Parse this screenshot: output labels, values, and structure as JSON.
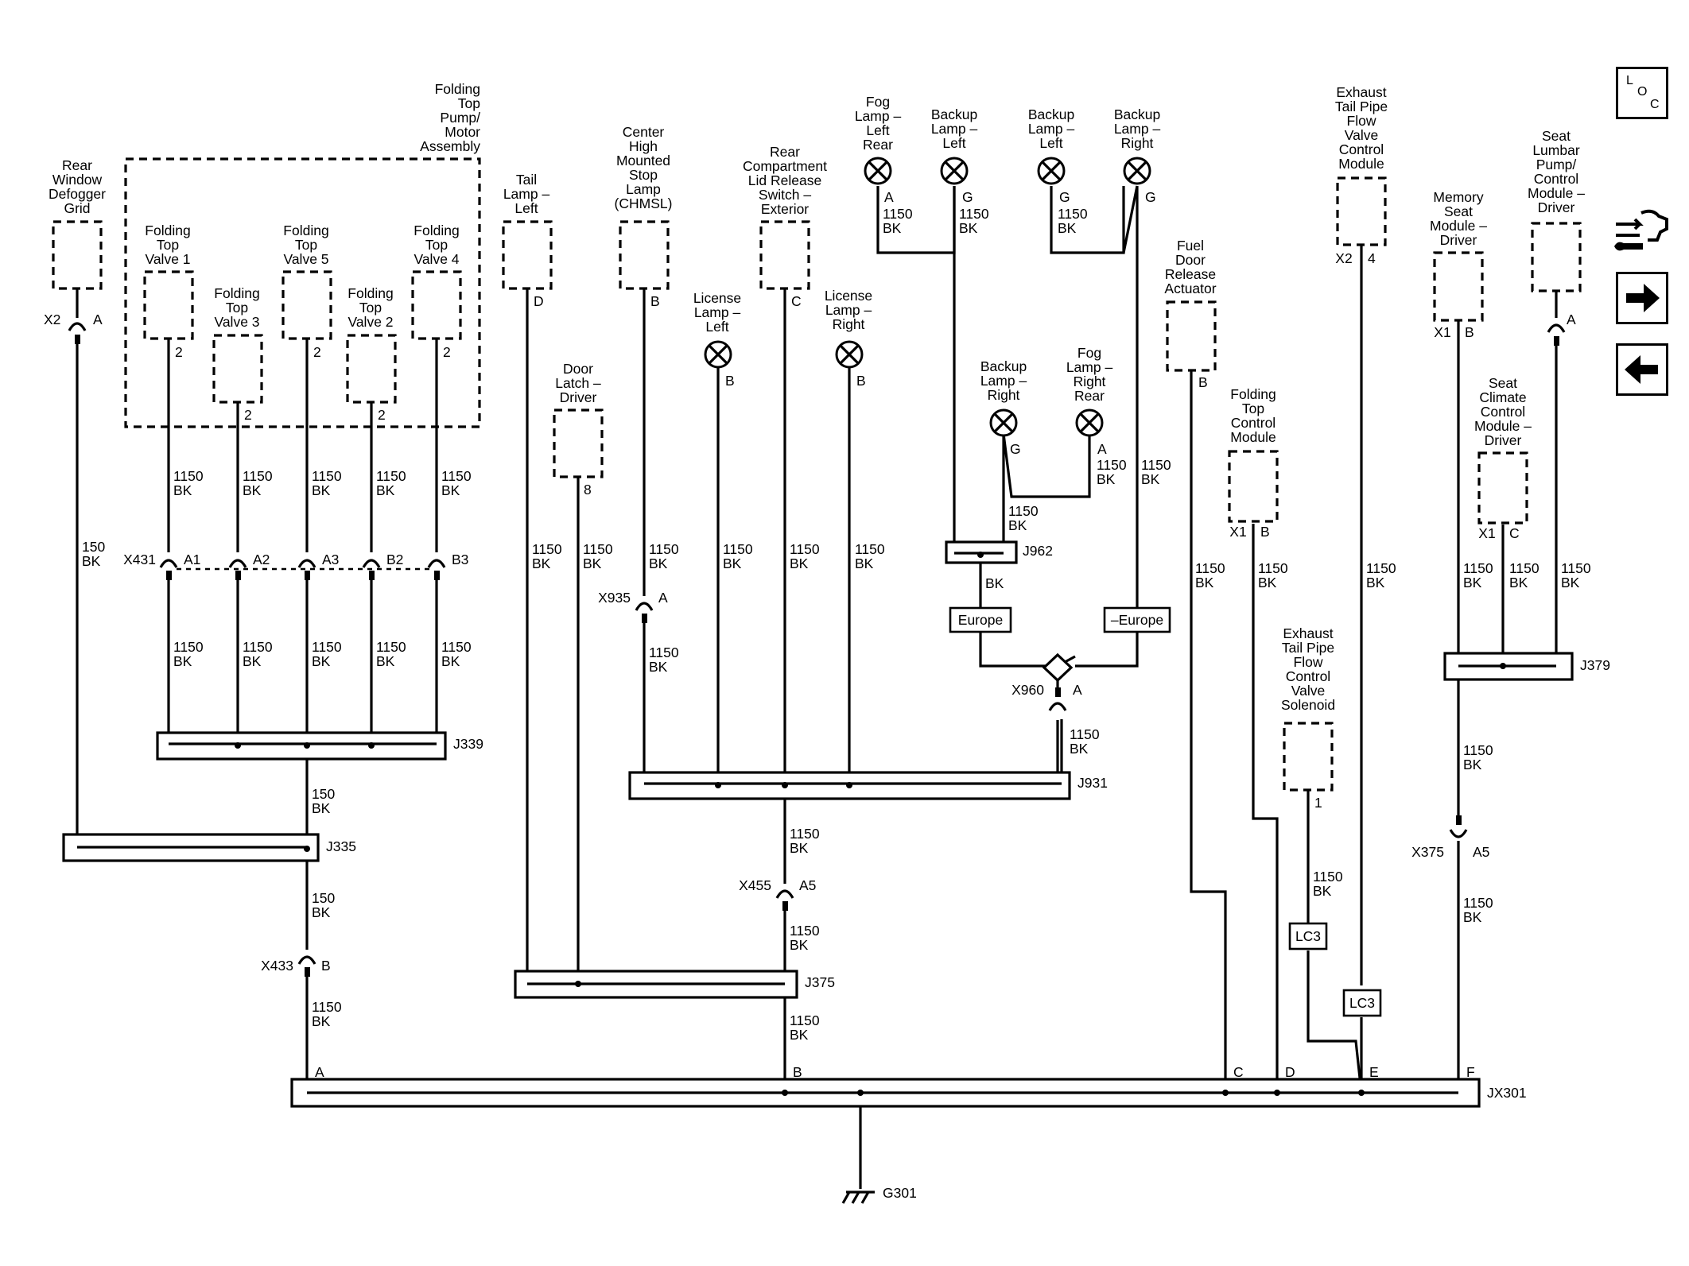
{
  "components": {
    "rear_window_defogger": "Rear\nWindow\nDefogger\nGrid",
    "folding_top_pump": "Folding\nTop\nPump/\nMotor\nAssembly",
    "valve1": "Folding\nTop\nValve 1",
    "valve3": "Folding\nTop\nValve 3",
    "valve5": "Folding\nTop\nValve 5",
    "valve2": "Folding\nTop\nValve 2",
    "valve4": "Folding\nTop\nValve 4",
    "tail_lamp_left": "Tail\nLamp –\nLeft",
    "door_latch_driver": "Door\nLatch –\nDriver",
    "chmsl": "Center\nHigh\nMounted\nStop\nLamp\n(CHMSL)",
    "license_lamp_left": "License\nLamp –\nLeft",
    "rear_compartment_switch": "Rear\nCompartment\nLid Release\nSwitch –\nExterior",
    "license_lamp_right": "License\nLamp –\nRight",
    "fog_lamp_left_rear": "Fog\nLamp –\nLeft\nRear",
    "backup_lamp_left_1": "Backup\nLamp –\nLeft",
    "backup_lamp_left_2": "Backup\nLamp –\nLeft",
    "backup_lamp_right_1": "Backup\nLamp –\nRight",
    "backup_lamp_right_2": "Backup\nLamp –\nRight",
    "fog_lamp_right_rear": "Fog\nLamp –\nRight\nRear",
    "fuel_door_actuator": "Fuel\nDoor\nRelease\nActuator",
    "folding_top_control": "Folding\nTop\nControl\nModule",
    "exhaust_valve_control": "Exhaust\nTail Pipe\nFlow\nValve\nControl\nModule",
    "exhaust_valve_solenoid": "Exhaust\nTail Pipe\nFlow\nControl\nValve\nSolenoid",
    "memory_seat": "Memory\nSeat\nModule –\nDriver",
    "seat_lumbar": "Seat\nLumbar\nPump/\nControl\nModule –\nDriver",
    "seat_climate": "Seat\nClimate\nControl\nModule –\nDriver"
  },
  "pins": {
    "defog_conn": "X2",
    "defog_pin": "A",
    "v1": "2",
    "v3": "2",
    "v5": "2",
    "v2": "2",
    "v4": "2",
    "tail": "D",
    "door": "8",
    "chmsl": "B",
    "lic_l": "B",
    "rcs": "C",
    "lic_r": "B",
    "fog_l": "A",
    "bkl1": "G",
    "bkl2": "G",
    "bkr1": "G",
    "bkr2": "G",
    "fog_r": "A",
    "fuel": "B",
    "ftc_conn": "X1",
    "ftc_pin": "B",
    "exc_conn": "X2",
    "exc_pin": "4",
    "sol": "1",
    "mem_conn": "X1",
    "mem_pin": "B",
    "lum_pin": "A",
    "clim_conn": "X1",
    "clim_pin": "C"
  },
  "wires": {
    "w1150": "1150",
    "w150": "150",
    "bk": "BK"
  },
  "connectors": {
    "x431": "X431",
    "x431_a1": "A1",
    "x431_a2": "A2",
    "x431_a3": "A3",
    "x431_b2": "B2",
    "x431_b3": "B3",
    "x935": "X935",
    "x935_pin": "A",
    "x960": "X960",
    "x960_pin": "A",
    "x455": "X455",
    "x455_pin": "A5",
    "x433": "X433",
    "x433_pin": "B",
    "x375": "X375",
    "x375_pin": "A5"
  },
  "splices": {
    "j339": "J339",
    "j335": "J335",
    "j931": "J931",
    "j962": "J962",
    "j375": "J375",
    "j379": "J379",
    "jx301": "JX301"
  },
  "jx301_pins": {
    "a": "A",
    "b": "B",
    "c": "C",
    "d": "D",
    "e": "E",
    "f": "F"
  },
  "options": {
    "europe": "Europe",
    "not_europe": "–Europe",
    "lc3a": "LC3",
    "lc3b": "LC3"
  },
  "ground": "G301",
  "nav": {
    "loc_l": "L",
    "loc_o": "O",
    "loc_c": "C"
  },
  "icons": {
    "loc": "loc-icon",
    "service": "service-wrench-icon",
    "next": "arrow-right-icon",
    "prev": "arrow-left-icon"
  }
}
